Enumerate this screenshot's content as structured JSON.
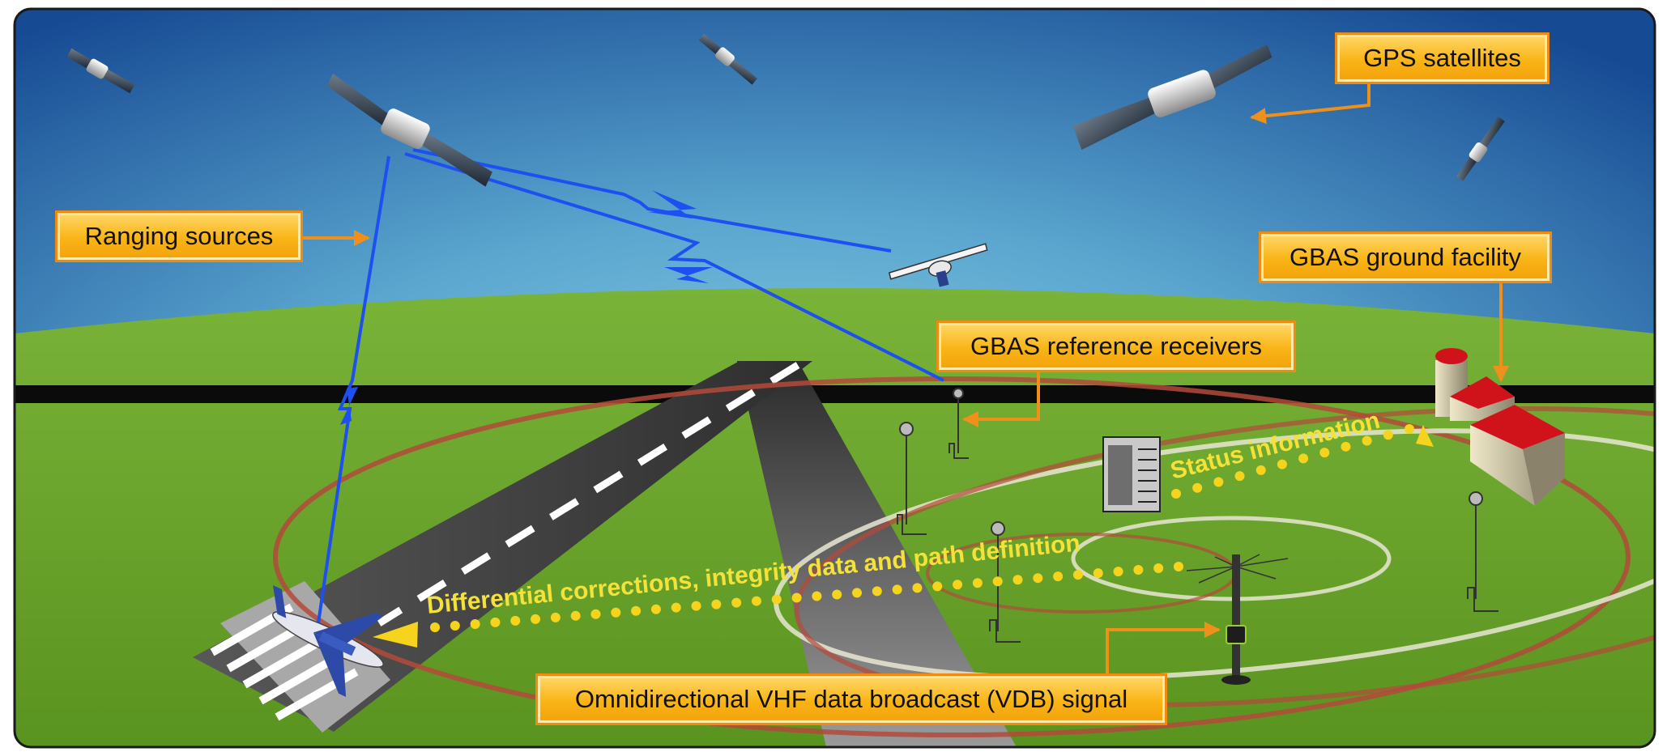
{
  "labels": {
    "gps_satellites": "GPS satellites",
    "ranging_sources": "Ranging sources",
    "gbas_ground_facility": "GBAS ground facility",
    "gbas_reference_receivers": "GBAS reference receivers",
    "vdb_signal": "Omnidirectional VHF data broadcast (VDB) signal",
    "status_information": "Status information",
    "differential_corrections": "Differential corrections, integrity data and path definition"
  },
  "colors": {
    "sky_top": "#1b4f96",
    "sky_mid": "#7fc4df",
    "ground": "#5f9a22",
    "callout_fill": "#f9b415",
    "callout_border": "#f08a10",
    "arrow": "#f0901a",
    "signal": "#1e4ff0",
    "dots": "#f6d31c",
    "yellow_text": "#f4e23a",
    "ring_red": "#b34a3a",
    "ring_white": "#e9e6d2",
    "runway": "#3a3a3a",
    "building_roof": "#d0121b"
  },
  "icons": [
    "satellite-icon",
    "small-airplane-icon",
    "airliner-icon",
    "reference-receiver-icon",
    "server-icon",
    "building-icon",
    "vhf-antenna-icon"
  ]
}
